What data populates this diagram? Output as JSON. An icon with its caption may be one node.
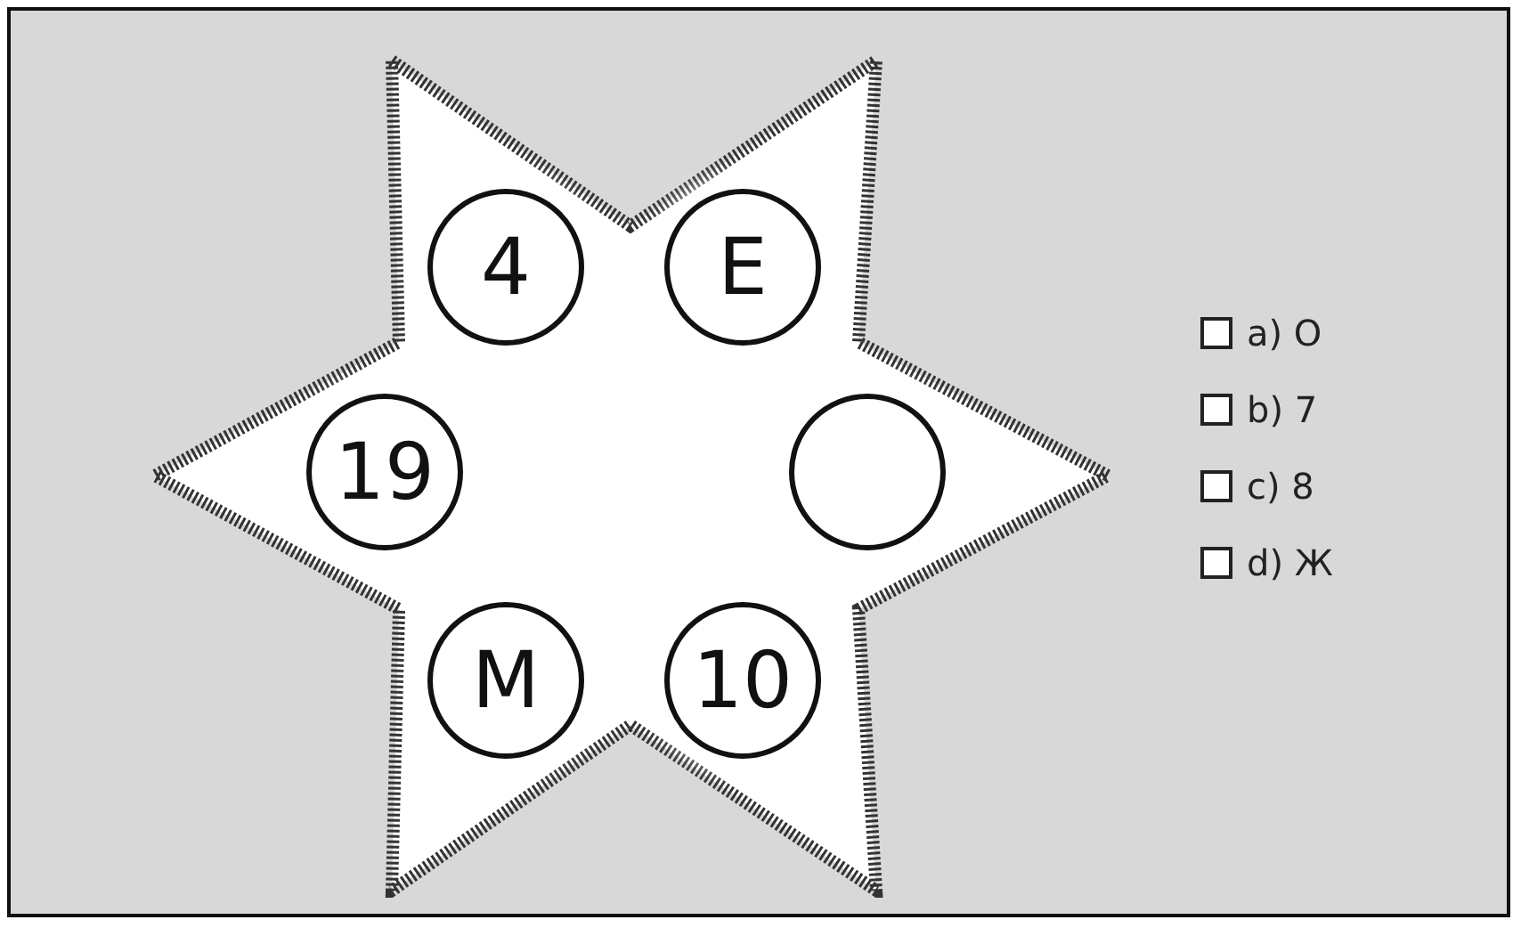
{
  "diagram": {
    "nodes": [
      {
        "text": [],
        "shape": "star"
      },
      {
        "text": [
          "4"
        ],
        "in": 0
      },
      {
        "text": [
          "E"
        ],
        "in": 0
      },
      {
        "text": [
          "19"
        ],
        "in": 0
      },
      {
        "text": [],
        "shape": "circle",
        "in": 0
      },
      {
        "text": [
          "M"
        ],
        "in": 0
      },
      {
        "text": [
          "10"
        ],
        "in": 0
      }
    ],
    "labels": [
      "a) O",
      "b) 7",
      "c) 8",
      "d) Ж"
    ]
  }
}
